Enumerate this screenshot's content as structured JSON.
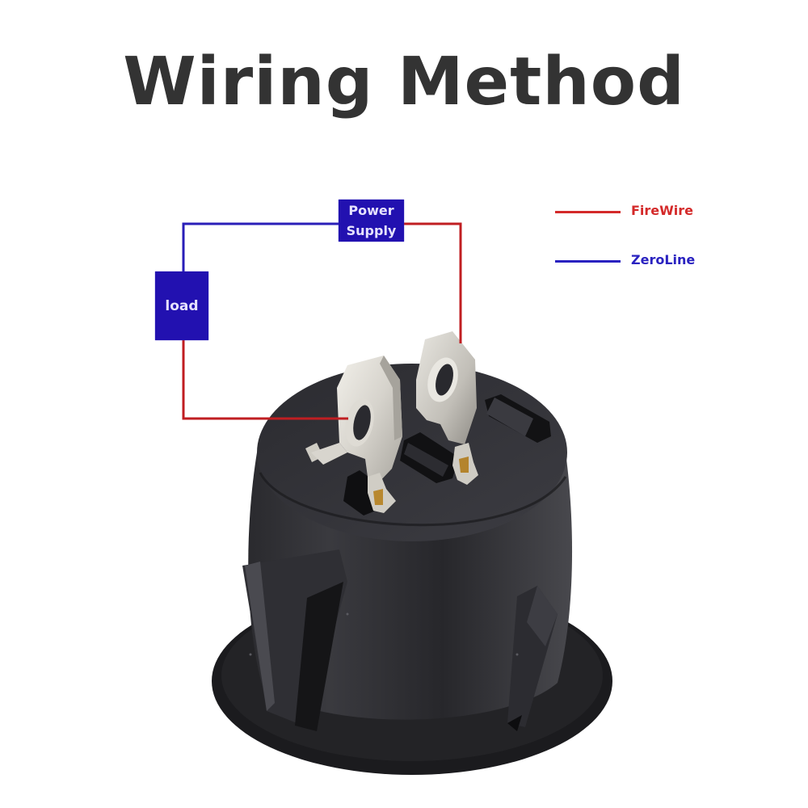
{
  "title": "Wiring Method",
  "diagram": {
    "power_supply": {
      "line1": "Power",
      "line2": "Supply"
    },
    "load": {
      "label": "load"
    },
    "colors": {
      "box_fill": "#2211b0",
      "box_text": "#e6e2ff",
      "fire_wire": "#c81e1e",
      "zero_line": "#2a1fb8",
      "title": "#333333"
    }
  },
  "legend": {
    "items": [
      {
        "label": "FireWire",
        "color": "#d42a2a"
      },
      {
        "label": "ZeroLine",
        "color": "#2a22c0"
      }
    ]
  },
  "photo": {
    "subject": "round rocker switch (black, 2 silver terminals), rear view"
  }
}
